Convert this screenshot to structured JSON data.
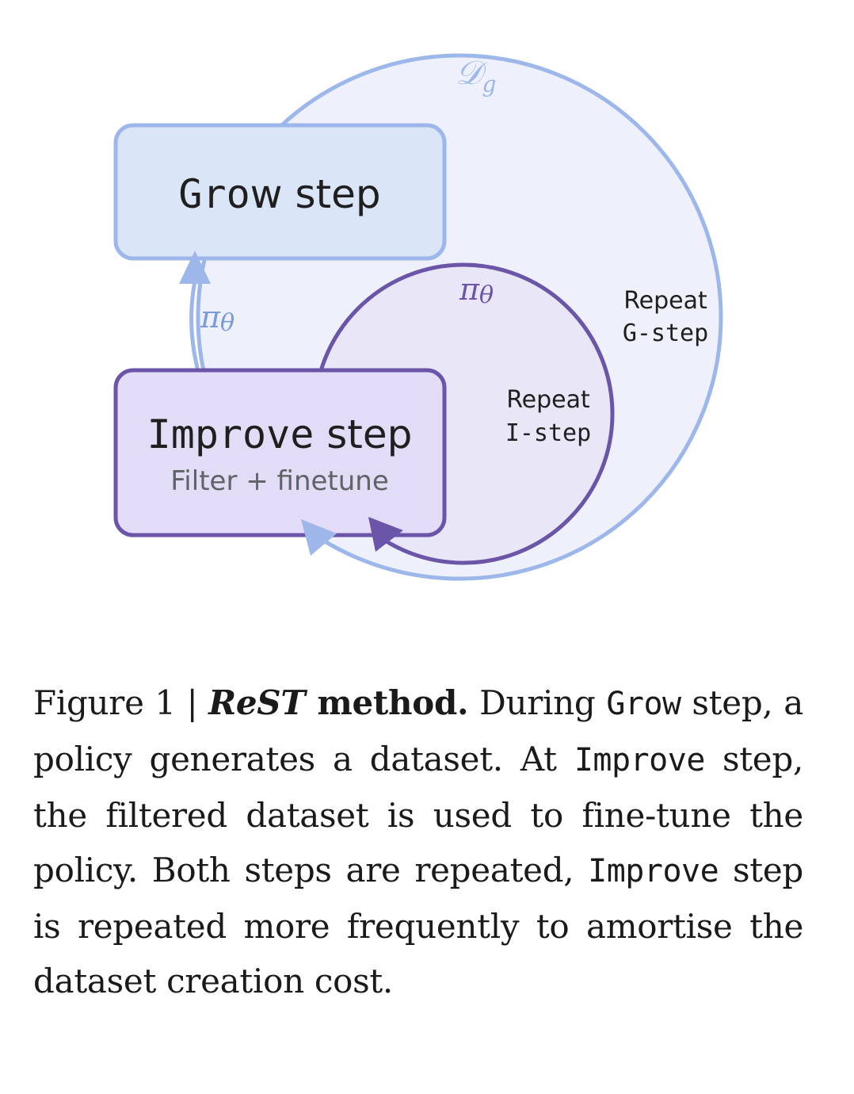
{
  "diagram": {
    "grow_box": {
      "label_mono": "Gro",
      "label_sans": "w step"
    },
    "improve_box": {
      "label_mono": "Improve",
      "label_sans": " step",
      "sublabel": "Filter + finetune"
    },
    "outer_loop": {
      "dataset_symbol_main": "𝒟",
      "dataset_symbol_sub": "g",
      "repeat_label": "Repeat",
      "step_label": "G-step"
    },
    "inner_loop": {
      "policy_symbol_main": "π",
      "policy_symbol_sub": "θ",
      "repeat_label": "Repeat",
      "step_label": "I-step"
    },
    "grow_arrow": {
      "policy_symbol_main": "π",
      "policy_symbol_sub": "θ"
    },
    "colors": {
      "outer_fill": "#eef1fb",
      "outer_stroke": "#9db7ea",
      "inner_fill": "#e9e6f8",
      "inner_stroke": "#6a55a8",
      "grow_fill": "#dbe5f8",
      "improve_fill": "#e3dcf6"
    }
  },
  "caption": {
    "figure_label": "Figure 1 | ",
    "method_name": "ReST",
    "method_suffix": " method.",
    "t1": " During ",
    "code_grow": "Grow",
    "t2": " step, a policy generates a dataset.  At ",
    "code_improve_1": "Improve",
    "t3": " step, the filtered dataset is used to fine-tune the policy. Both steps are repeated, ",
    "code_improve_2": "Improve",
    "t4": " step is repeated more frequently to amortise the dataset creation cost."
  }
}
